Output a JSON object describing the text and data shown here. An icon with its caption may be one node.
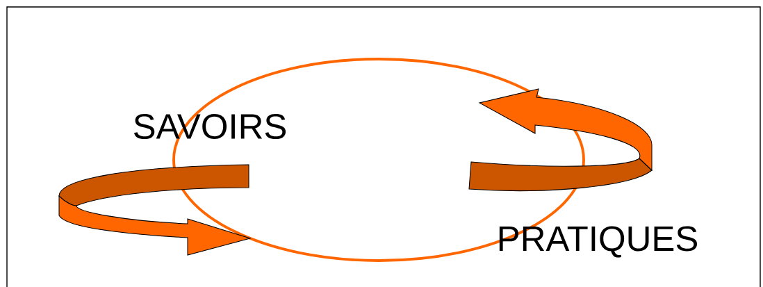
{
  "diagram": {
    "nodes": [
      {
        "text": [],
        "shape": "ellipse"
      }
    ],
    "labels": [
      "SAVOIRS",
      "PRATIQUES"
    ]
  }
}
